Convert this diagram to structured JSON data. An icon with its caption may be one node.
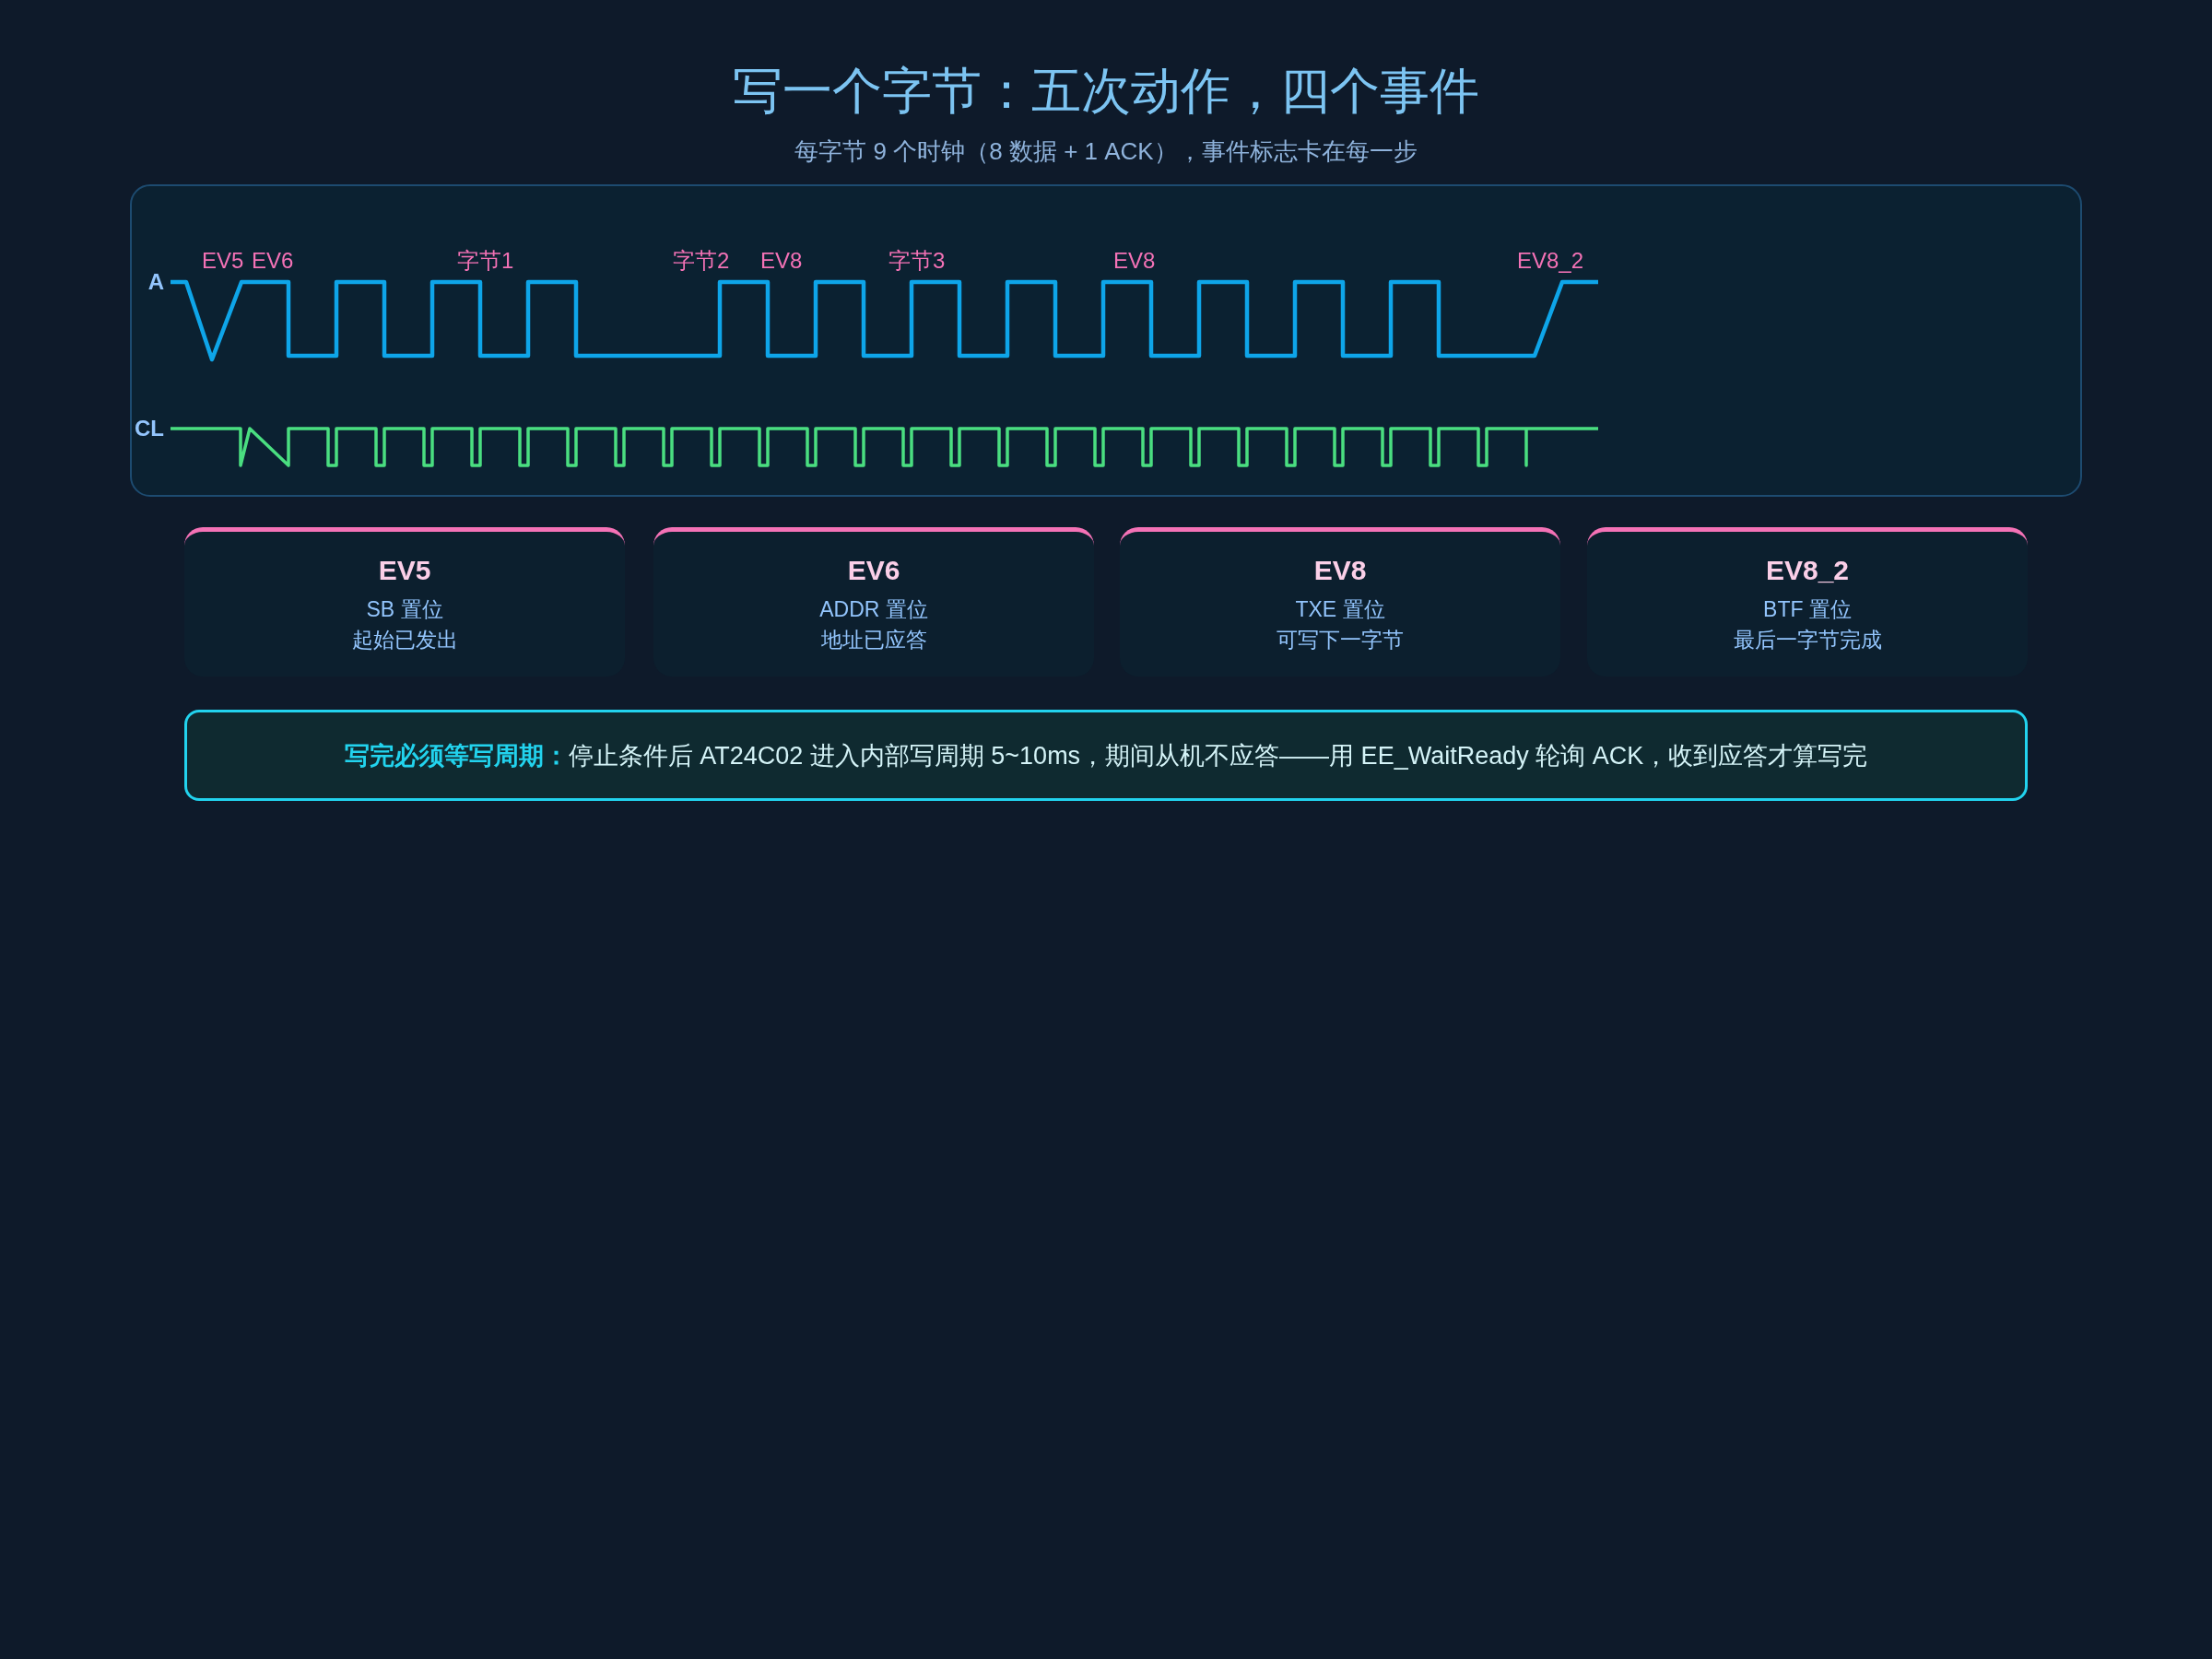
{
  "diagram": {
    "title": "写一个字节：五次动作，四个事件",
    "nodes": [
      {
        "text": [
          "EV5",
          "SB 置位",
          "起始已发出"
        ]
      },
      {
        "text": [
          "EV6",
          "ADDR 置位",
          "地址已应答"
        ]
      },
      {
        "text": [
          "EV8",
          "TXE 置位",
          "可写下一字节"
        ]
      },
      {
        "text": [
          "EV8_2",
          "BTF 置位",
          "最后一字节完成"
        ]
      },
      {
        "text": [
          "**写完必须等写周期：**停止条件后 AT24C02 进入内部写周期 5~10ms，期间从机不应答——用 EE_WaitReady 轮询 ACK，收到应答才算写完"
        ]
      }
    ],
    "labels": [
      "每字节 9 个时钟（8 数据 + 1 ACK），事件标志卡在每一步",
      "A",
      "EV5",
      "EV6",
      "字节1",
      "字节2",
      "EV8",
      "字节3",
      "EV8",
      "EV8_2",
      "CL"
    ]
  }
}
